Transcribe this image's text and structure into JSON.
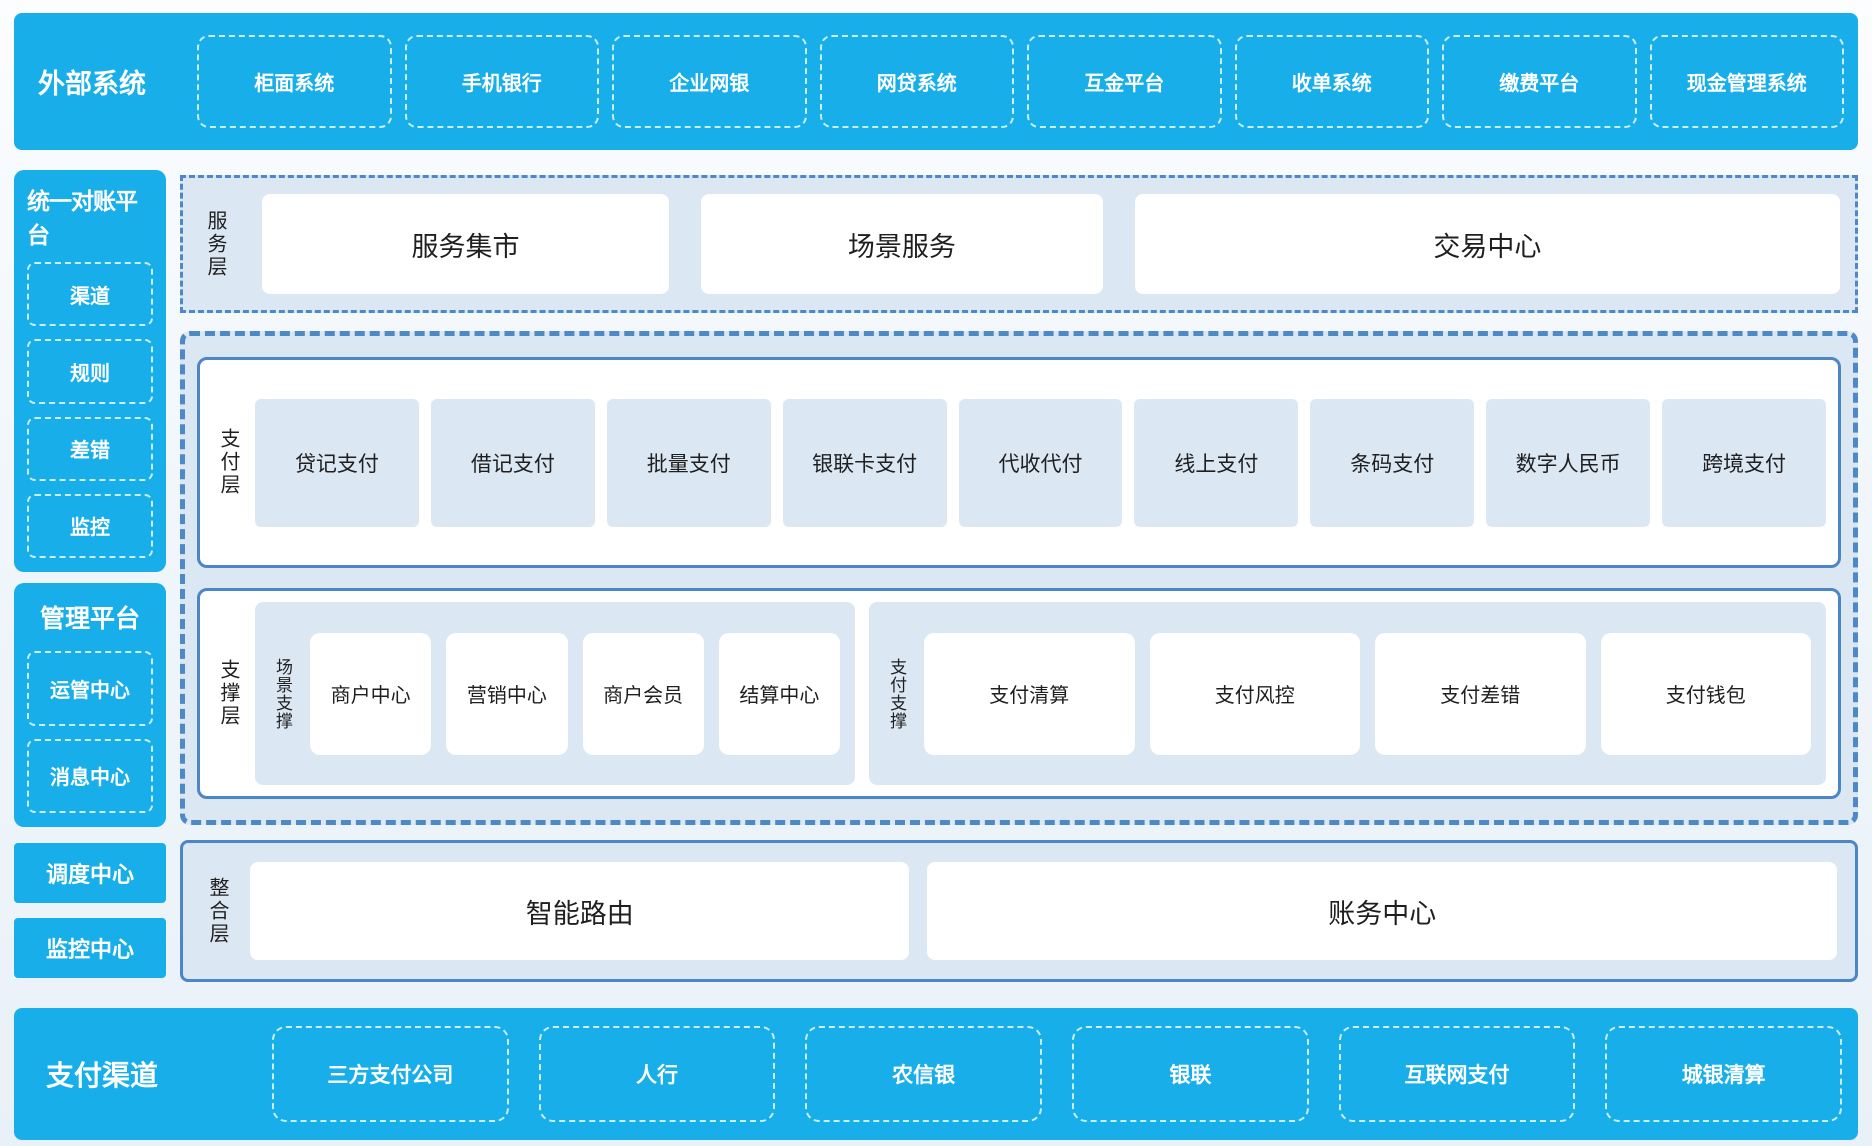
{
  "colors": {
    "brand_blue": "#18aee9",
    "panel_fill": "#dce7f4",
    "panel_border": "#4c86c6",
    "dashed_border": "#4f88c7",
    "text_dark": "#1f1f1f",
    "text_white": "#ffffff"
  },
  "external_systems": {
    "title": "外部系统",
    "items": [
      "柜面系统",
      "手机银行",
      "企业网银",
      "网贷系统",
      "互金平台",
      "收单系统",
      "缴费平台",
      "现金管理系统"
    ]
  },
  "reconciliation_platform": {
    "title": "统一对账平台",
    "items": [
      "渠道",
      "规则",
      "差错",
      "监控"
    ]
  },
  "management_platform": {
    "title": "管理平台",
    "items": [
      "运管中心",
      "消息中心"
    ]
  },
  "dispatch_center": "调度中心",
  "monitor_center": "监控中心",
  "service_layer": {
    "label": "服务层",
    "items": [
      "服务集市",
      "场景服务",
      "交易中心"
    ]
  },
  "payment_layer": {
    "label": "支付层",
    "items": [
      "贷记支付",
      "借记支付",
      "批量支付",
      "银联卡支付",
      "代收代付",
      "线上支付",
      "条码支付",
      "数字人民币",
      "跨境支付"
    ]
  },
  "support_layer": {
    "label": "支撑层",
    "groups": [
      {
        "label": "场景支撑",
        "items": [
          "商户中心",
          "营销中心",
          "商户会员",
          "结算中心"
        ]
      },
      {
        "label": "支付支撑",
        "items": [
          "支付清算",
          "支付风控",
          "支付差错",
          "支付钱包"
        ]
      }
    ]
  },
  "integration_layer": {
    "label": "整合层",
    "items": [
      "智能路由",
      "账务中心"
    ]
  },
  "payment_channels": {
    "title": "支付渠道",
    "items": [
      "三方支付公司",
      "人行",
      "农信银",
      "银联",
      "互联网支付",
      "城银清算"
    ]
  }
}
